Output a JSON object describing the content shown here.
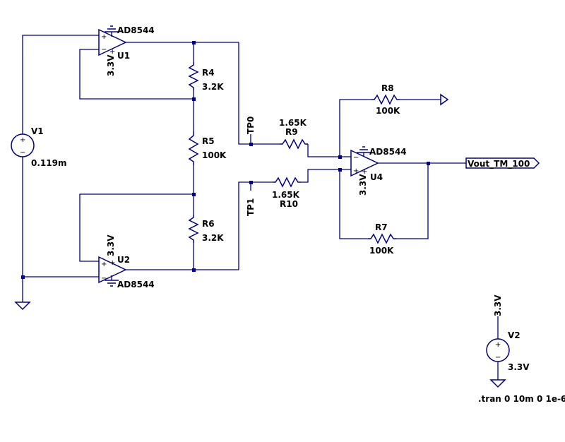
{
  "colors": {
    "wire": "#000080",
    "text": "#000000",
    "background": "#ffffff"
  },
  "opamps": [
    {
      "ref": "U1",
      "model": "AD8544",
      "supply": "3.3V"
    },
    {
      "ref": "U2",
      "model": "AD8544",
      "supply": "3.3V"
    },
    {
      "ref": "U4",
      "model": "AD8544",
      "supply": "3.3V"
    }
  ],
  "resistors": [
    {
      "ref": "R4",
      "value": "3.2K"
    },
    {
      "ref": "R5",
      "value": "100K"
    },
    {
      "ref": "R6",
      "value": "3.2K"
    },
    {
      "ref": "R7",
      "value": "100K"
    },
    {
      "ref": "R8",
      "value": "100K"
    },
    {
      "ref": "R9",
      "value": "1.65K"
    },
    {
      "ref": "R10",
      "value": "1.65K"
    }
  ],
  "sources": [
    {
      "ref": "V1",
      "value": "0.119m"
    },
    {
      "ref": "V2",
      "value": "3.3V",
      "net": "3.3V"
    }
  ],
  "test_points": [
    "TP0",
    "TP1"
  ],
  "output_label": "Vout_TM_100",
  "directive": ".tran 0 10m 0 1e-6",
  "symbol_text": {
    "plus": "+",
    "minus": "−"
  },
  "icons": [
    "ground-icon",
    "opamp-icon",
    "resistor-icon",
    "voltage-source-icon",
    "net-flag-icon"
  ]
}
